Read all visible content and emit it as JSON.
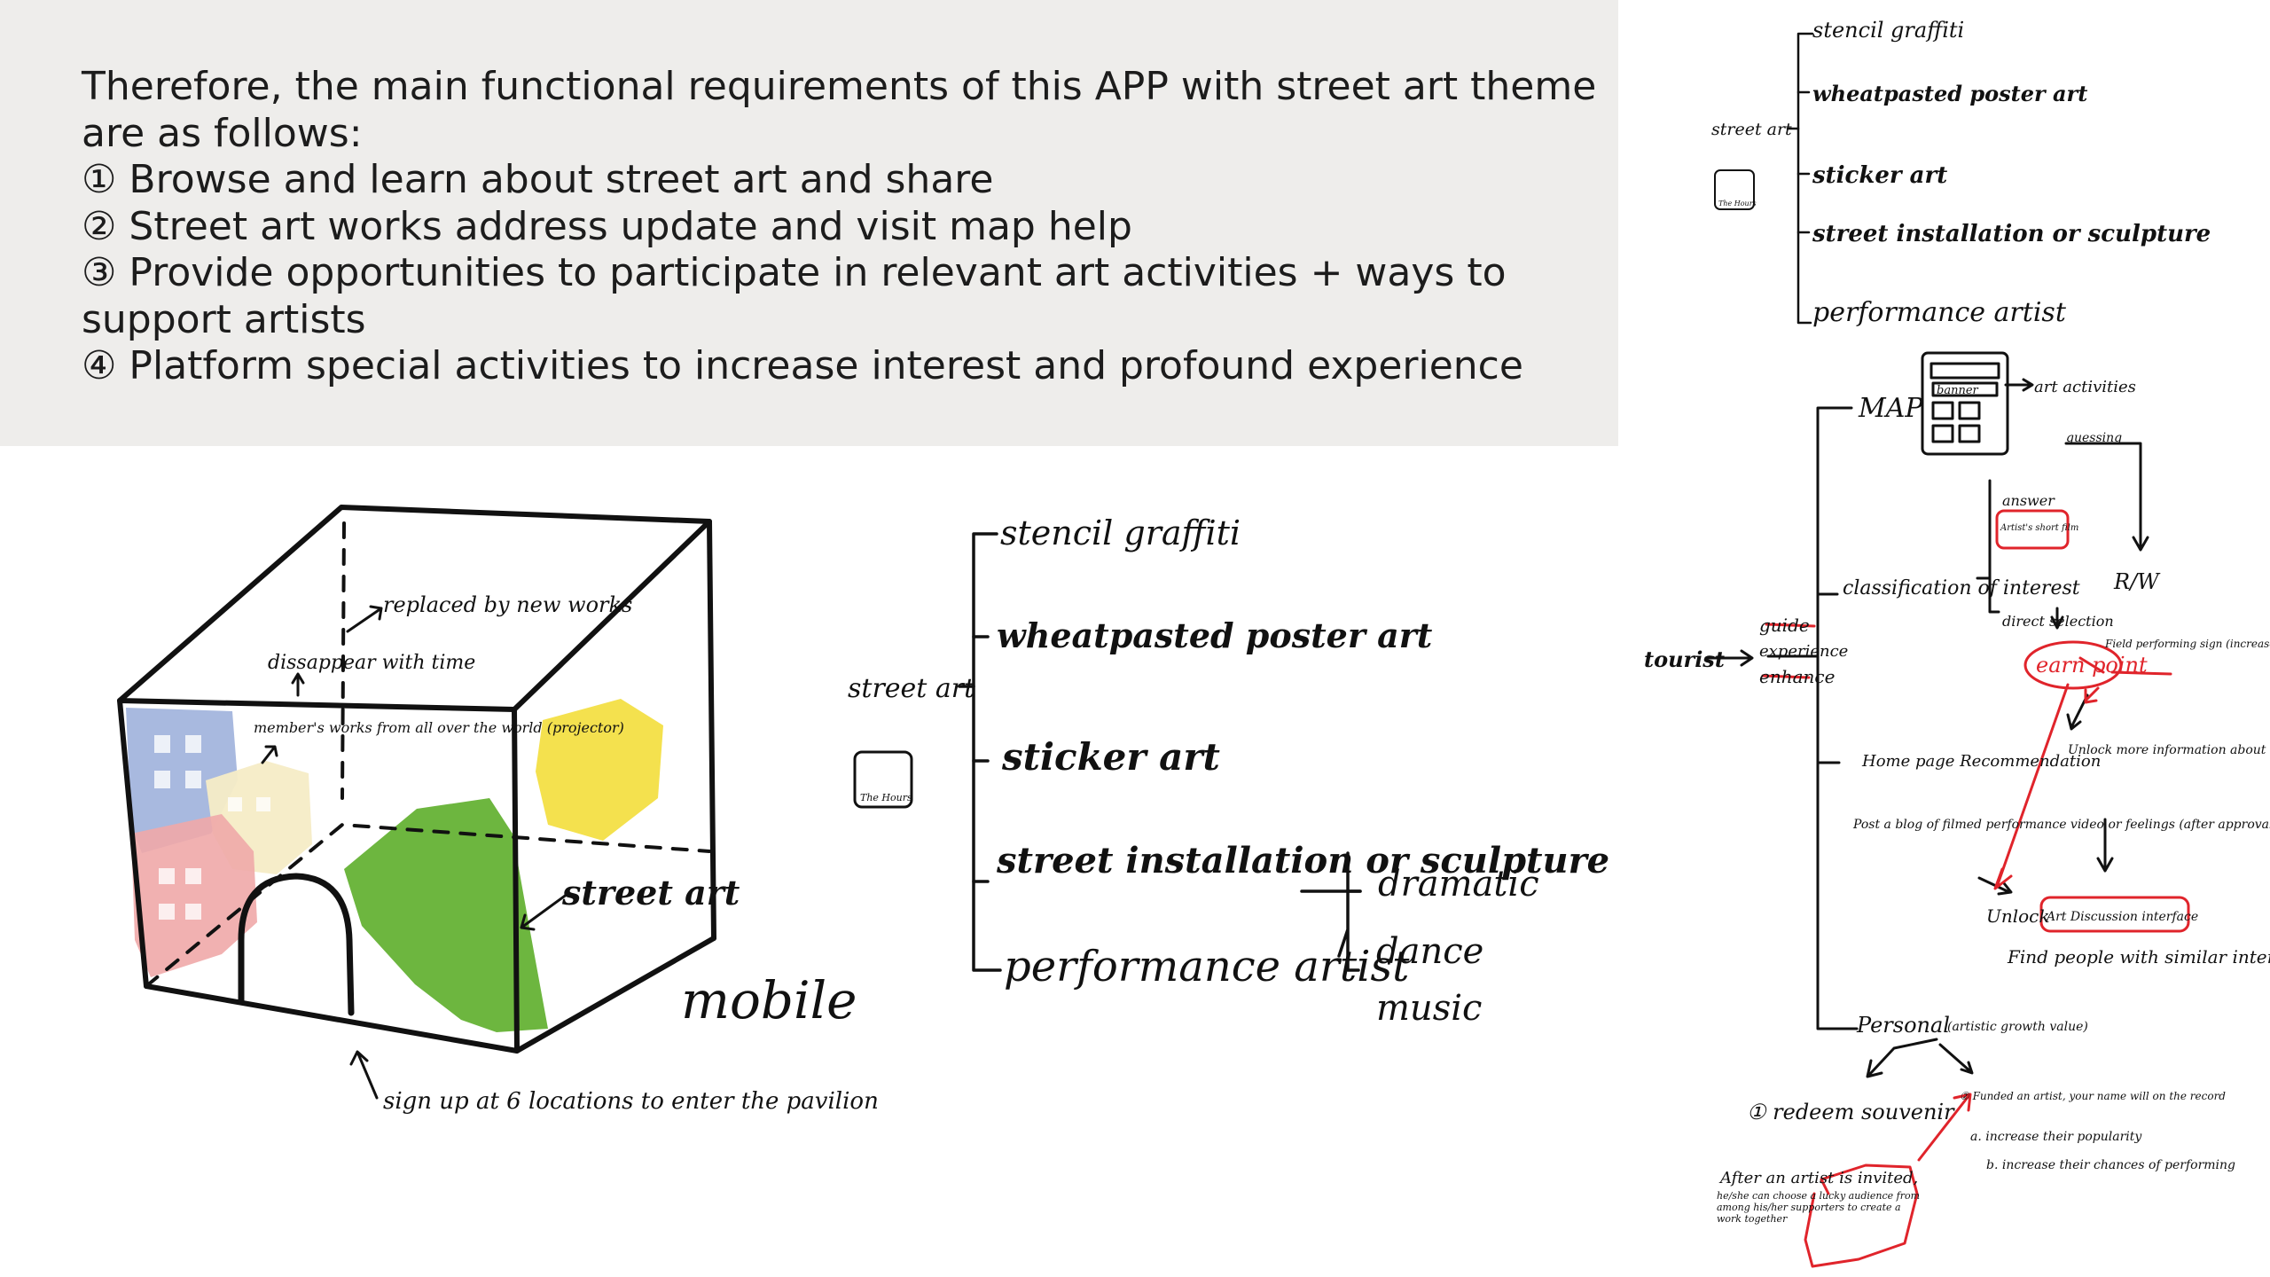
{
  "requirements": {
    "intro": "Therefore, the main functional requirements of this APP with street art theme are as follows:",
    "items": [
      "① Browse and learn about street art and share",
      "② Street art works address update and visit map help",
      "③ Provide opportunities to participate in relevant art activities + ways to support artists",
      "④ Platform special activities to increase interest and profound experience"
    ]
  },
  "pavilion_sketch": {
    "replaced": "replaced by new works",
    "disappear": "dissappear with time",
    "members": "member's works from all over the world (projector)",
    "street_art": "street art",
    "mobile": "mobile",
    "signup": "sign up at 6 locations to enter the pavilion",
    "colors": {
      "blue": "#9fb1dc",
      "cream": "#f6ecc6",
      "pink": "#f0a8a8",
      "yellow": "#f4e14e",
      "green": "#6db63f"
    }
  },
  "street_art_tree": {
    "root": "street art",
    "logo": "The Hours",
    "branches": [
      "stencil graffiti",
      "wheatpasted poster art",
      "sticker art",
      "street installation or sculpture",
      "performance artist"
    ],
    "performance_sub": [
      "dramatic",
      "dance",
      "music"
    ]
  },
  "app_flow": {
    "tree": {
      "root": "street art",
      "logo": "The Hours",
      "branches": [
        "stencil graffiti",
        "wheatpasted poster art",
        "sticker art",
        "street installation or sculpture",
        "performance artist"
      ]
    },
    "tourist": "tourist",
    "guide": [
      "guide",
      "experience",
      "enhance"
    ],
    "map": "MAP",
    "banner": "banner",
    "art_activities": "art activities",
    "guessing": "guessing",
    "answer": "answer",
    "artist_short_film": "Artist's short film",
    "rw": "R/W",
    "classification": "classification of interest",
    "direct_selection": "direct selection",
    "earn_point": "earn point",
    "field_sign": "Field performing sign (increase the popularity of the artist)",
    "home_page": "Home page Recommendation",
    "unlock_more": "Unlock more information about the artist with past works.",
    "post_blog": "Post a blog of filmed performance video or feelings (after approval)",
    "unlock": "Unlock",
    "art_discussion": "Art Discussion interface",
    "find_people": "Find people with similar interests",
    "personal": "Personal",
    "personal_note": "(artistic growth value)",
    "redeem": "① redeem souvenir",
    "funded": "② Funded an artist, your name will on the record",
    "funded_a": "a. increase their popularity",
    "funded_b": "b. increase their chances of performing",
    "after_invited": "After an artist is invited,",
    "after_invited_detail": "he/she can choose a lucky audience from among his/her supporters to create a work together",
    "accent": "#e0242b"
  }
}
